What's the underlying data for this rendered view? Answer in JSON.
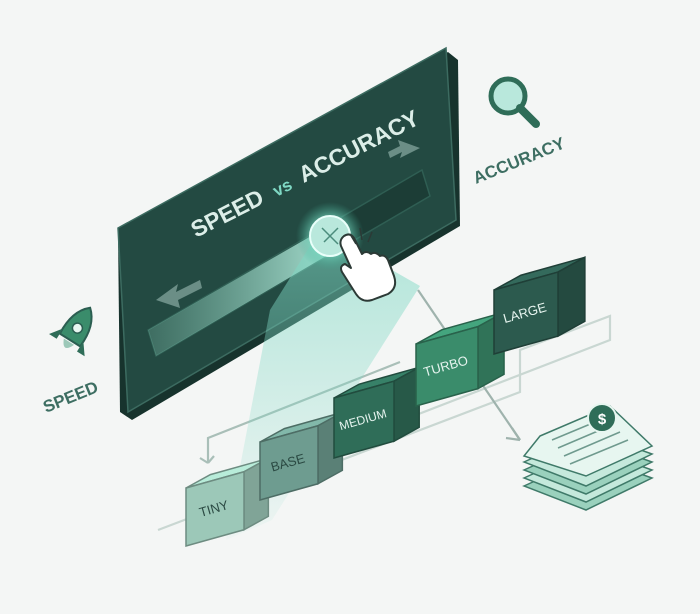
{
  "panel": {
    "title_left": "SPEED",
    "title_mid": "vs",
    "title_right": "ACCURACY"
  },
  "labels": {
    "speed": "SPEED",
    "accuracy": "ACCURACY"
  },
  "models": [
    {
      "name": "TINY"
    },
    {
      "name": "BASE"
    },
    {
      "name": "MEDIUM"
    },
    {
      "name": "TURBO"
    },
    {
      "name": "LARGE"
    }
  ],
  "icons": {
    "speed": "rocket-icon",
    "accuracy": "magnifier-icon",
    "cursor": "hand-pointer-icon",
    "output": "document-stack-icon",
    "badge": "dollar-badge-icon"
  },
  "colors": {
    "panel": "#234a42",
    "panel_dark": "#17332d",
    "accent": "#2f7a63",
    "light_cube": "#9cc8b8",
    "mid_cube": "#6e9c90",
    "dark_cube": "#2f6d58",
    "bright_cube": "#3a8c6b",
    "ink": "#3d6e62"
  }
}
